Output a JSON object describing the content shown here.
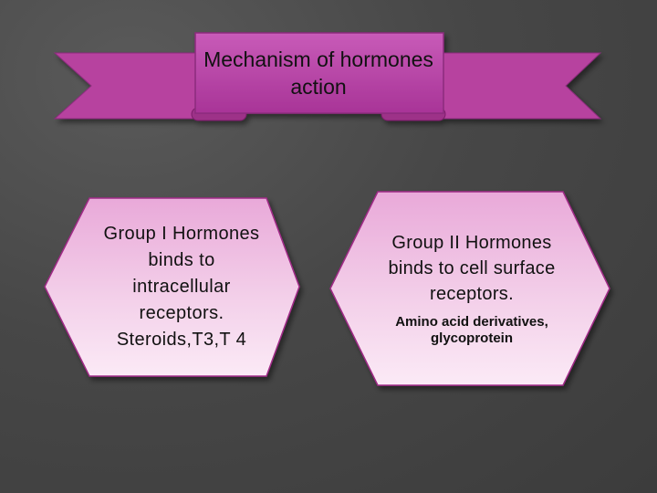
{
  "title": "Mechanism of hormones action",
  "group_1": {
    "text": "Group I Hormones binds to intracellular receptors. Steroids,T3,T 4"
  },
  "group_2": {
    "text": "Group II Hormones binds to cell surface receptors.",
    "examples": "Amino acid derivatives, glycoprotein"
  },
  "colors": {
    "background": "#474747",
    "banner_fill": "#b2409f",
    "banner_shadow": "#7c1f6a",
    "hexagon_fill": "#f1c7e6",
    "hexagon_border": "#a02a87"
  }
}
